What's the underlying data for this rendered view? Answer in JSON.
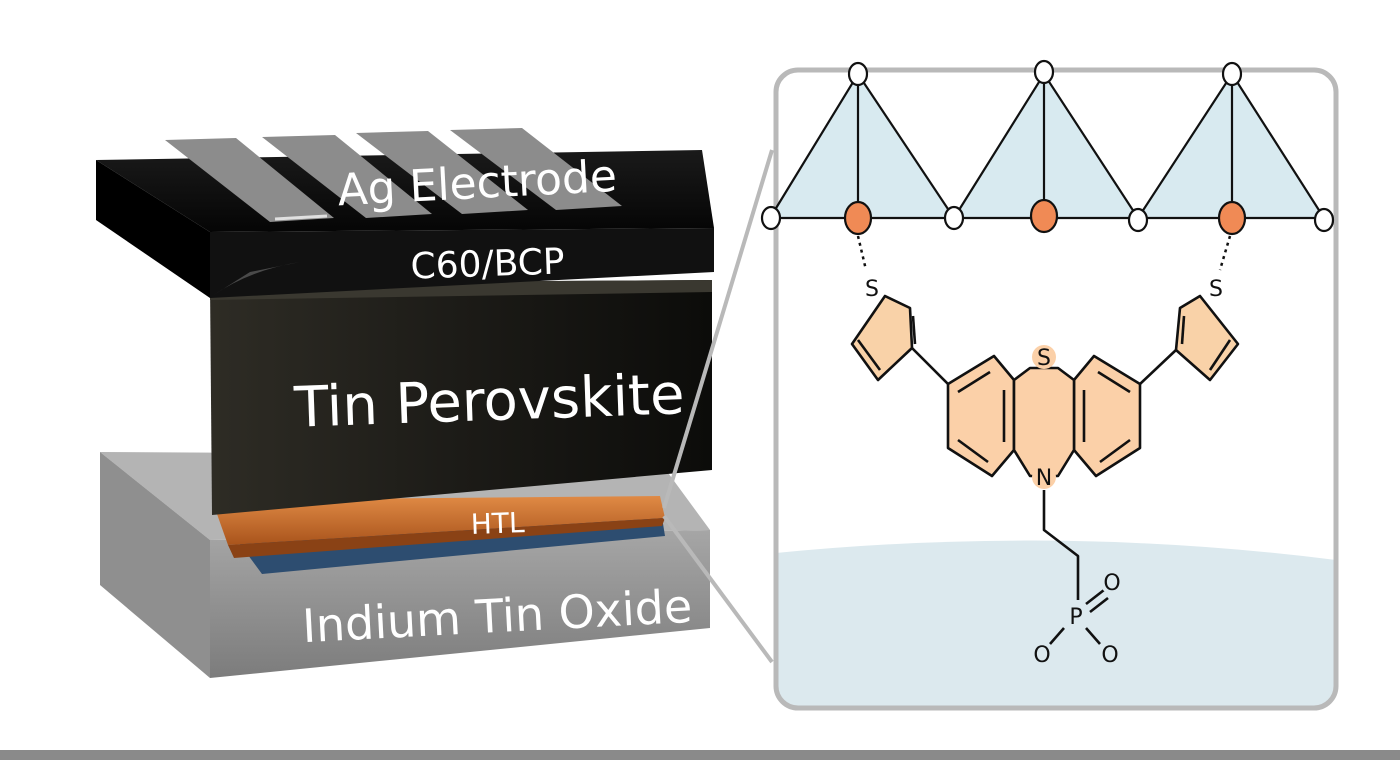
{
  "device_stack": {
    "layers": [
      {
        "id": "ag",
        "label": "Ag Electrode"
      },
      {
        "id": "c60",
        "label": "C60/BCP"
      },
      {
        "id": "perovskite",
        "label": "Tin Perovskite"
      },
      {
        "id": "htl",
        "label": "HTL"
      },
      {
        "id": "ito",
        "label": "Indium Tin Oxide"
      }
    ]
  },
  "molecule": {
    "atoms": {
      "s_center": "S",
      "s_left": "S",
      "s_right": "S",
      "n": "N",
      "p": "P",
      "o1": "O",
      "o2": "O",
      "o3": "O"
    }
  },
  "colors": {
    "perovskite_fill": "#d8eaf0",
    "tin_site": "#f08a55",
    "molecule_fill": "#fbd0a8",
    "thiophene_fill": "#f9d2a8",
    "substrate": "#dce9ee",
    "htl_orange": "#c96a2a"
  }
}
